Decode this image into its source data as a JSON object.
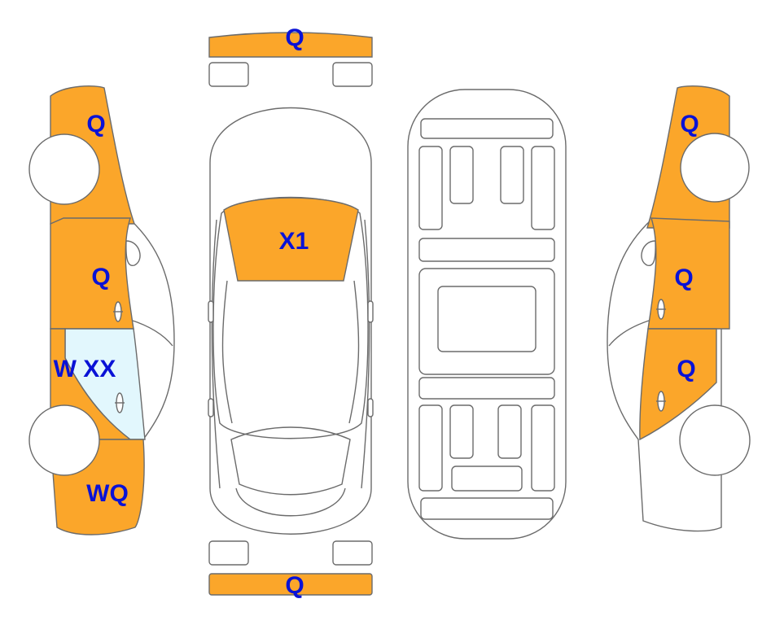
{
  "colors": {
    "damage_fill": "#FBA62A",
    "glass_fill": "#E2F7FD",
    "outline": "#6B6B6B",
    "label": "#0A12D6",
    "background": "#FFFFFF"
  },
  "labels": {
    "front_bumper": "Q",
    "rear_bumper": "Q",
    "hood": "X1",
    "left_front_fender": "Q",
    "left_front_door": "Q",
    "left_rear_door": "W XX",
    "left_rear_quarter": "WQ",
    "right_front_fender": "Q",
    "right_front_door": "Q",
    "right_rear_door": "Q"
  }
}
